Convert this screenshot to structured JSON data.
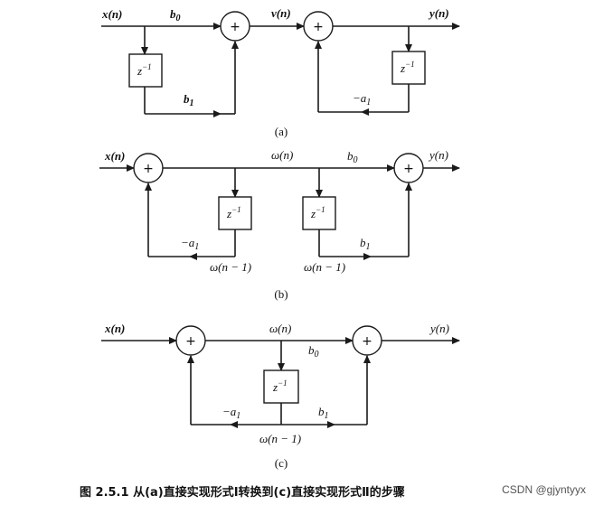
{
  "diagram_a": {
    "input": "x(n)",
    "b0": "b",
    "b0_sub": "0",
    "mid": "v(n)",
    "output": "y(n)",
    "delay1": "z",
    "delay1_sup": "−1",
    "delay2": "z",
    "delay2_sup": "−1",
    "b1": "b",
    "b1_sub": "1",
    "a1": "−a",
    "a1_sub": "1",
    "caption": "(a)"
  },
  "diagram_b": {
    "input": "x(n)",
    "mid": "ω(n)",
    "b0": "b",
    "b0_sub": "0",
    "output": "y(n)",
    "delay1": "z",
    "delay1_sup": "−1",
    "delay2": "z",
    "delay2_sup": "−1",
    "a1": "−a",
    "a1_sub": "1",
    "b1": "b",
    "b1_sub": "1",
    "state1": "ω(n − 1)",
    "state2": "ω(n − 1)",
    "caption": "(b)"
  },
  "diagram_c": {
    "input": "x(n)",
    "mid": "ω(n)",
    "b0": "b",
    "b0_sub": "0",
    "output": "y(n)",
    "delay": "z",
    "delay_sup": "−1",
    "a1": "−a",
    "a1_sub": "1",
    "b1": "b",
    "b1_sub": "1",
    "state": "ω(n − 1)",
    "caption": "(c)"
  },
  "adder_symbol": "+",
  "figure_caption": "图 2.5.1  从(a)直接实现形式Ⅰ转换到(c)直接实现形式Ⅱ的步骤",
  "watermark": "CSDN @gjyntyyx"
}
